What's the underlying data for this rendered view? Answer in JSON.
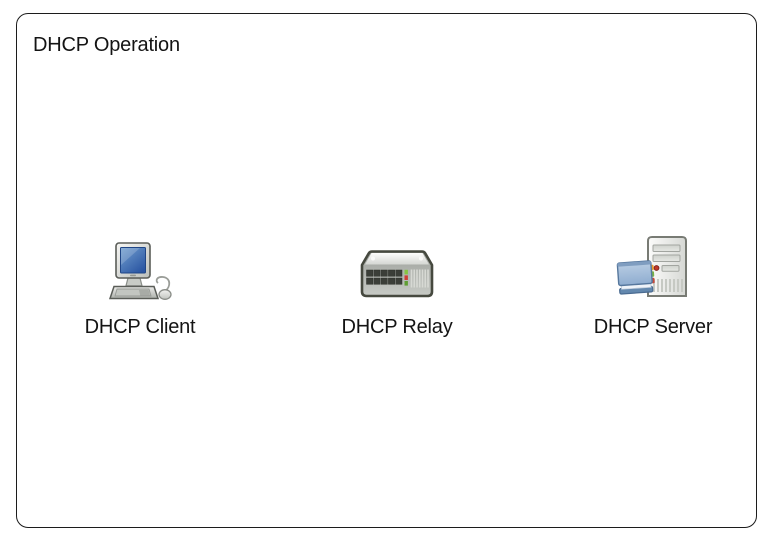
{
  "diagram": {
    "title": "DHCP Operation",
    "nodes": [
      {
        "id": "dhcp-client",
        "label": "DHCP Client",
        "icon": "desktop-computer-icon"
      },
      {
        "id": "dhcp-relay",
        "label": "DHCP Relay",
        "icon": "network-switch-icon"
      },
      {
        "id": "dhcp-server",
        "label": "DHCP Server",
        "icon": "server-tower-book-icon"
      }
    ],
    "colors": {
      "background": "#ffffff",
      "frame_border": "#1c1c1c",
      "text": "#141414",
      "monitor_screen_blue": "#3465a4",
      "switch_outline": "#46493f",
      "led_green": "#86c440",
      "led_red": "#cf3d35",
      "server_led_red": "#c0392b",
      "book_blue": "#9db8d8",
      "tab_orange": "#e89b30",
      "tab_green": "#79b244",
      "tab_red": "#c64a3a"
    }
  }
}
